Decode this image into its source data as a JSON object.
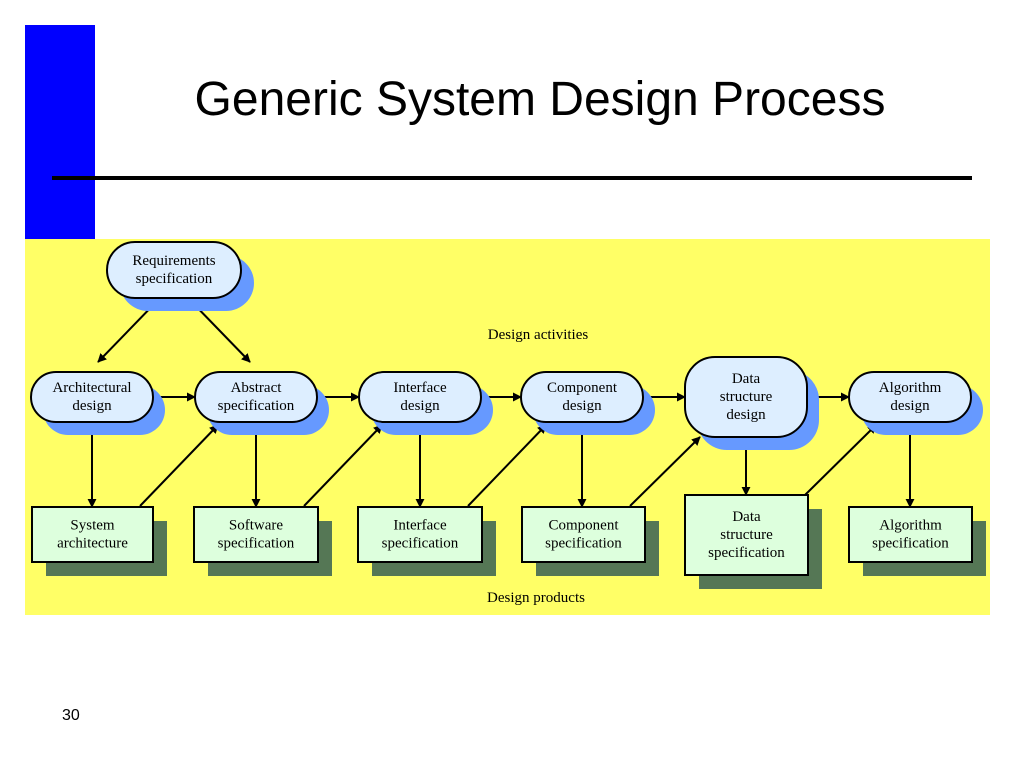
{
  "slide": {
    "title": "Generic System Design Process",
    "number": "30",
    "colors": {
      "accent_bar": "#0000ff",
      "panel": "#ffff66",
      "activity_fill": "#ddeeff",
      "activity_shadow": "#6699ff",
      "product_fill": "#ddffdd",
      "product_shadow": "#557755"
    }
  },
  "diagram": {
    "requirements": [
      "Requirements",
      "specification"
    ],
    "activities_label": "Design activities",
    "products_label": "Design products",
    "activities": [
      {
        "id": "architectural-design",
        "lines": [
          "Architectural",
          "design"
        ]
      },
      {
        "id": "abstract-specification",
        "lines": [
          "Abstract",
          "specification"
        ]
      },
      {
        "id": "interface-design",
        "lines": [
          "Interface",
          "design"
        ]
      },
      {
        "id": "component-design",
        "lines": [
          "Component",
          "design"
        ]
      },
      {
        "id": "data-structure-design",
        "lines": [
          "Data",
          "structure",
          "design"
        ]
      },
      {
        "id": "algorithm-design",
        "lines": [
          "Algorithm",
          "design"
        ]
      }
    ],
    "products": [
      {
        "id": "system-architecture",
        "lines": [
          "System",
          "architecture"
        ]
      },
      {
        "id": "software-specification",
        "lines": [
          "Software",
          "specification"
        ]
      },
      {
        "id": "interface-specification",
        "lines": [
          "Interface",
          "specification"
        ]
      },
      {
        "id": "component-specification",
        "lines": [
          "Component",
          "specification"
        ]
      },
      {
        "id": "data-structure-specification",
        "lines": [
          "Data",
          "structure",
          "specification"
        ]
      },
      {
        "id": "algorithm-specification",
        "lines": [
          "Algorithm",
          "specification"
        ]
      }
    ]
  }
}
